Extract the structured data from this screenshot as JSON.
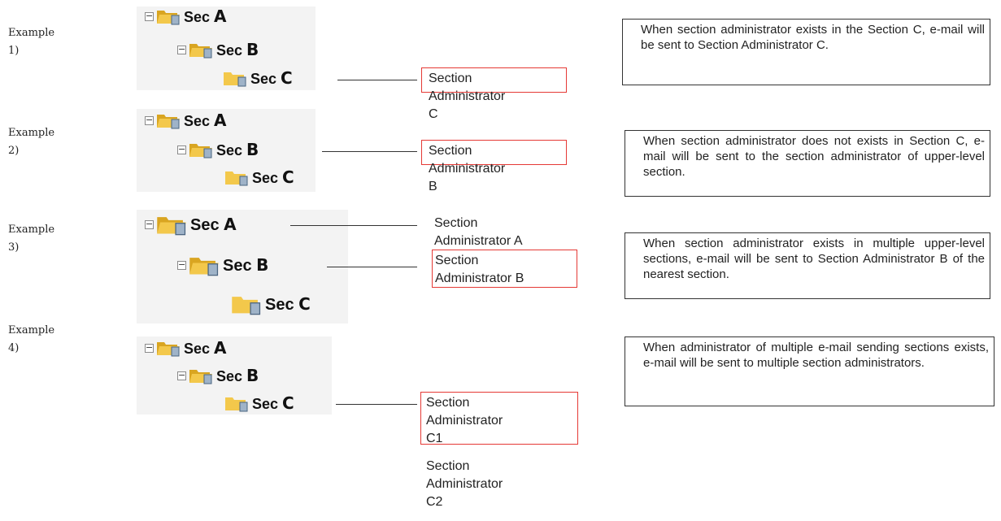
{
  "examples": [
    {
      "label": "Example\n1)",
      "tree": [
        {
          "prefix": "Sec ",
          "letter": "A"
        },
        {
          "prefix": "Sec ",
          "letter": "B"
        },
        {
          "prefix": "Sec ",
          "letter": "C"
        }
      ],
      "admins": [
        "Section\nAdministrator\nC"
      ],
      "note": "When section administrator exists in the Section C, e-mail will be sent to Section Administrator C."
    },
    {
      "label": "Example\n2)",
      "tree": [
        {
          "prefix": "Sec ",
          "letter": "A"
        },
        {
          "prefix": "Sec ",
          "letter": "B"
        },
        {
          "prefix": "Sec ",
          "letter": "C"
        }
      ],
      "admins": [
        "Section\nAdministrator\nB"
      ],
      "note": "When section administrator does not exists in Section C, e-mail will be sent to the section administrator of upper-level section."
    },
    {
      "label": "Example\n3)",
      "tree": [
        {
          "prefix": "Sec ",
          "letter": "A"
        },
        {
          "prefix": "Sec ",
          "letter": "B"
        },
        {
          "prefix": "Sec ",
          "letter": "C"
        }
      ],
      "admins": [
        "Section\nAdministrator A",
        "Section\nAdministrator B"
      ],
      "note": "When section administrator exists in multiple upper-level sections, e-mail will be sent to Section Administrator B of the nearest section."
    },
    {
      "label": "Example\n4)",
      "tree": [
        {
          "prefix": "Sec ",
          "letter": "A"
        },
        {
          "prefix": "Sec ",
          "letter": "B"
        },
        {
          "prefix": "Sec ",
          "letter": "C"
        }
      ],
      "admins": [
        "Section\nAdministrator\nC1",
        "Section\nAdministrator\nC2"
      ],
      "note": "When administrator of multiple e-mail sending sections exists, e-mail will be sent to multiple section administrators."
    }
  ],
  "toggle_symbol": "−",
  "colors": {
    "highlight": "#e53935",
    "folder": "#f3c84b",
    "folder_dark": "#d9a521",
    "doc": "#9fb3c8"
  }
}
